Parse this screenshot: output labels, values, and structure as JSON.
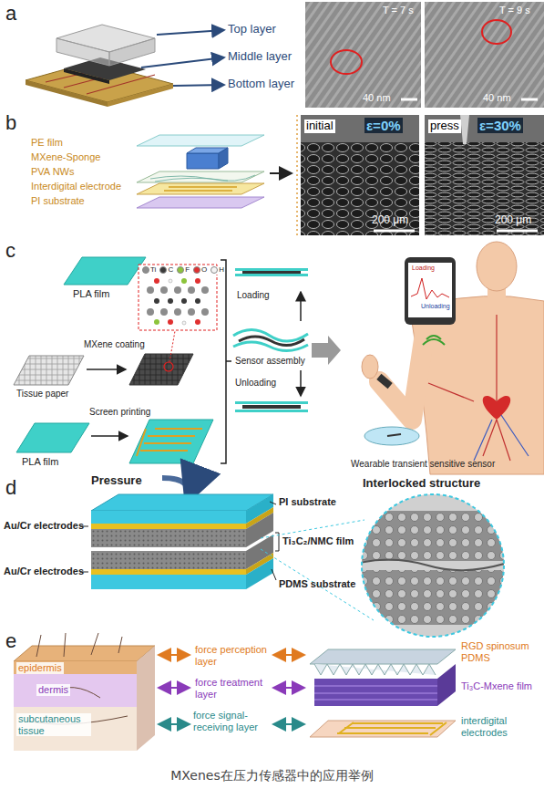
{
  "diagram": {
    "caption": "MXenes在压力传感器中的应用举例",
    "labels": [
      "a",
      "Top layer",
      "Middle layer",
      "Bottom layer",
      "T = 7 s",
      "T = 9 s",
      "40 nm",
      "40 nm",
      "b",
      "PE film",
      "MXene-Sponge",
      "PVA NWs",
      "Interdigital electrode",
      "PI substrate",
      "initial",
      "ε=0%",
      "press",
      "ε=30%",
      "200 μm",
      "200 μm",
      "c",
      "PLA film",
      "MXene coating",
      "Tissue paper",
      "Screen printing",
      "PLA film",
      "Loading",
      "Sensor assembly",
      "Unloading",
      "Loading",
      "Unloading",
      "Wearable transient sensitive sensor",
      "d",
      "Pressure",
      "Interlocked structure",
      "PI substrate",
      "Au/Cr electrodes",
      "Ti₃C₂/NMC film",
      "Au/Cr electrodes",
      "PDMS substrate",
      "e",
      "epidermis",
      "dermis",
      "subcutaneous tissue",
      "force perception layer",
      "force treatment layer",
      "force signal-receiving layer",
      "RGD spinosum PDMS",
      "Ti₃C-Mxene film",
      "interdigital electrodes"
    ],
    "legend": [
      {
        "text": "Ti",
        "color": "#8c8c8c"
      },
      {
        "text": "C",
        "color": "#3a3a3a"
      },
      {
        "text": "F",
        "color": "#8cc43c"
      },
      {
        "text": "O",
        "color": "#e03030"
      },
      {
        "text": "H",
        "color": "#f4f4f4"
      }
    ]
  }
}
